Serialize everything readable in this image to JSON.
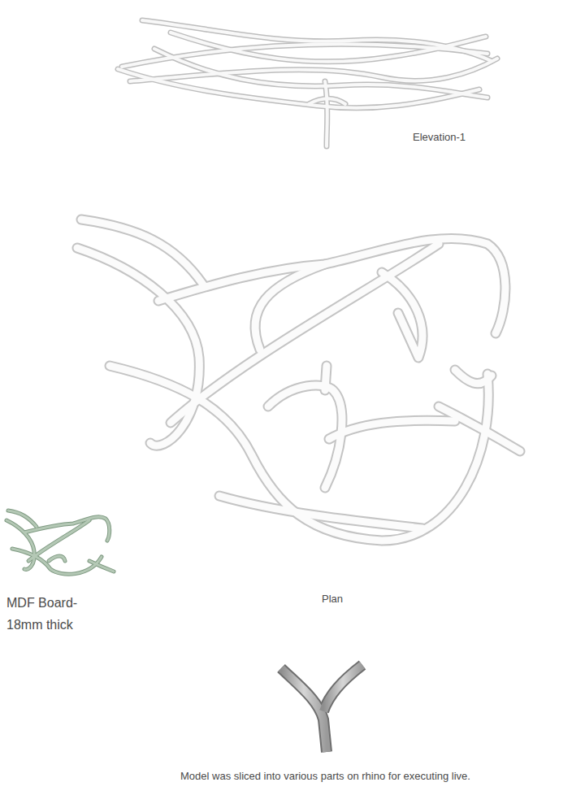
{
  "diagram": {
    "labels": [
      "Elevation-1",
      "Plan",
      "MDF Board- 18mm thick",
      "Model was sliced into various parts on rhino for executing live."
    ]
  }
}
